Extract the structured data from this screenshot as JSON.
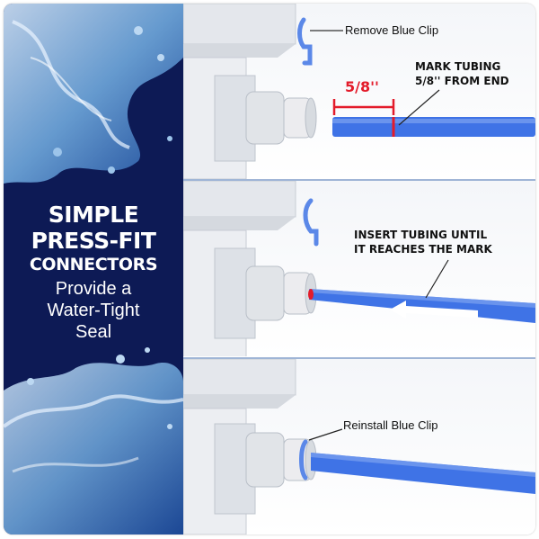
{
  "headline": {
    "line1": "SIMPLE",
    "line2": "PRESS-FIT",
    "line3": "CONNECTORS",
    "sub1": "Provide a",
    "sub2": "Water-Tight",
    "sub3": "Seal"
  },
  "steps": [
    {
      "callout": "Remove Blue Clip",
      "measure_label": "5/8''",
      "note_line1": "MARK TUBING",
      "note_line2": "5/8'' FROM END"
    },
    {
      "note_line1": "INSERT TUBING UNTIL",
      "note_line2": "IT REACHES THE MARK"
    },
    {
      "callout": "Reinstall Blue Clip"
    }
  ],
  "colors": {
    "navy": "#0d1a55",
    "tubing": "#3f73e6",
    "mark": "#e31b2a",
    "water": "#6fa8dc"
  }
}
